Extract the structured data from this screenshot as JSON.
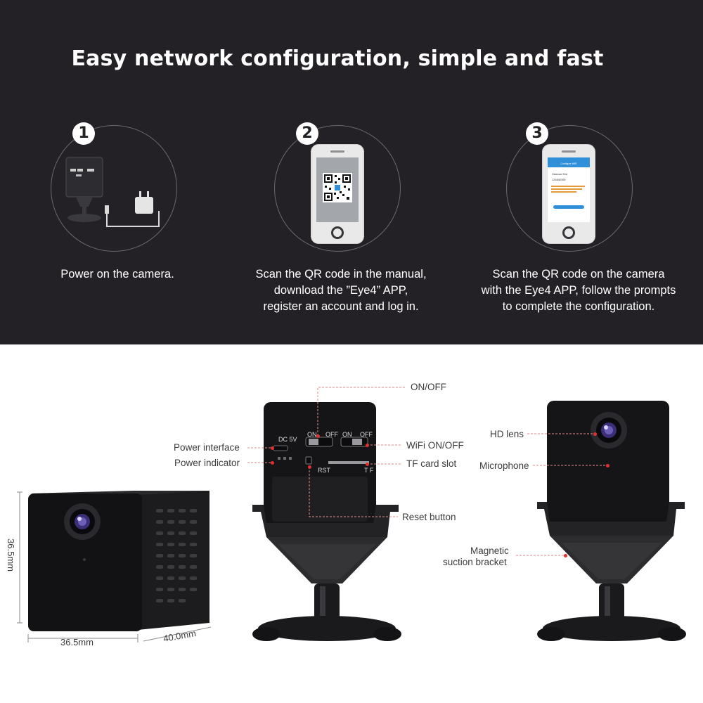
{
  "headline": "Easy network configuration, simple and fast",
  "steps": [
    {
      "number": "1",
      "lines": [
        "Power on the camera."
      ]
    },
    {
      "number": "2",
      "lines": [
        "Scan the QR code in the manual,",
        "download the ”Eye4” APP,",
        "register an account and log in."
      ]
    },
    {
      "number": "3",
      "lines": [
        "Scan the QR code on the camera",
        "with the Eye4 APP, follow the prompts",
        "to complete the configuration."
      ]
    }
  ],
  "phone3_screen": {
    "title": "Configure WiFi",
    "ssid": "Vstarcam Test",
    "password": "1234567890"
  },
  "callouts": {
    "on_off": "ON/OFF",
    "power_interface": "Power interface",
    "power_indicator": "Power indicator",
    "wifi_on_off": "WiFi ON/OFF",
    "tf_card_slot": "TF card slot",
    "reset_button": "Reset button",
    "hd_lens": "HD lens",
    "microphone": "Microphone",
    "magnetic_line1": "Magnetic",
    "magnetic_line2": "suction bracket"
  },
  "camera_back_labels": {
    "dc": "DC 5V",
    "on1": "ON",
    "off1": "OFF",
    "on2": "ON",
    "off2": "OFF",
    "rst": "RST",
    "tf": "T F"
  },
  "dimensions": {
    "height": "36.5mm",
    "width": "36.5mm",
    "depth": "40.0mm"
  },
  "colors": {
    "top_background": "#232125",
    "callout_red": "#e03030",
    "camera_body": "#1a1a1c"
  }
}
